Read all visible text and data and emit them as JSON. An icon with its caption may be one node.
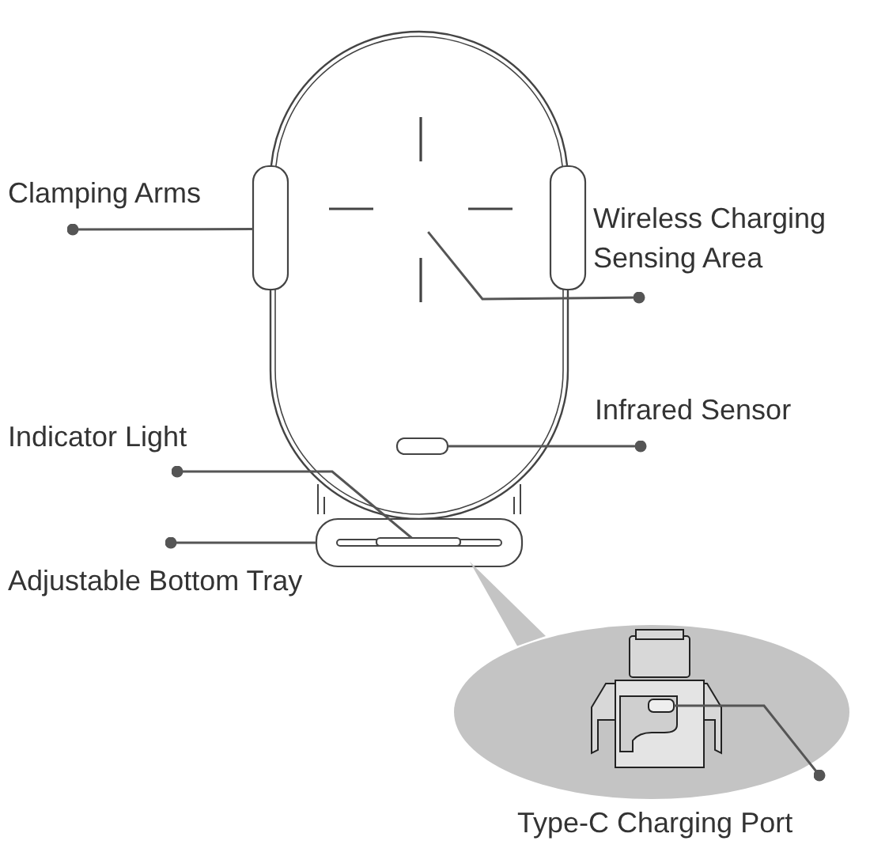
{
  "diagram": {
    "nodes": [
      {
        "text": [
          "Clamping Arms"
        ]
      },
      {
        "text": [],
        "shape": "bar"
      },
      {
        "text": [
          "Wireless Charging Sensing Area"
        ]
      },
      {
        "text": [],
        "shape": "cross"
      },
      {
        "text": [
          "Infrared Sensor"
        ]
      },
      {
        "text": [],
        "shape": "bar"
      },
      {
        "text": [
          "Indicator Light"
        ]
      },
      {
        "text": [],
        "shape": "bar",
        "in": 9
      },
      {
        "text": [
          "Adjustable Bottom Tray"
        ]
      },
      {
        "text": [],
        "shape": "bar"
      },
      {
        "text": [],
        "shape": "picture"
      },
      {
        "text": [
          "Type-C Charging Port"
        ]
      },
      {
        "text": [],
        "shape": "box",
        "in": 10
      }
    ],
    "edges": [
      {
        "from": 0,
        "to": 1,
        "arrow": "other"
      },
      {
        "from": 2,
        "to": 3,
        "arrow": "other"
      },
      {
        "from": 4,
        "to": 5,
        "arrow": "other"
      },
      {
        "from": 6,
        "to": 7,
        "arrow": "other"
      },
      {
        "from": 8,
        "to": 9,
        "arrow": "other"
      },
      {
        "from": 11,
        "to": 12,
        "arrow": "other"
      },
      {
        "from": 9,
        "to": 10,
        "arrow": "none"
      }
    ]
  }
}
